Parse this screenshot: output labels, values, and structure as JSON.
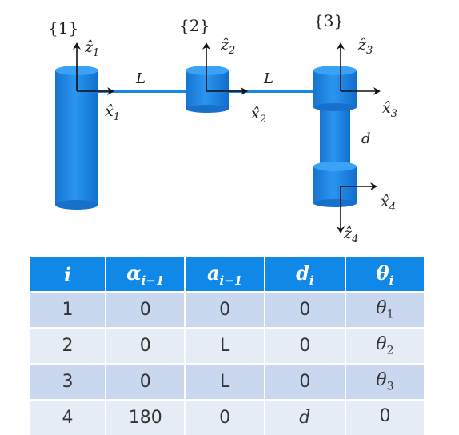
{
  "diagram": {
    "frames": [
      {
        "id": "1",
        "label": "{1}",
        "z_axis": "ẑ",
        "z_sub": "1",
        "x_axis": "x̂",
        "x_sub": "1"
      },
      {
        "id": "2",
        "label": "{2}",
        "z_axis": "ẑ",
        "z_sub": "2",
        "x_axis": "x̂",
        "x_sub": "2"
      },
      {
        "id": "3",
        "label": "{3}",
        "z_axis": "ẑ",
        "z_sub": "3",
        "x_axis": "x̂",
        "x_sub": "3"
      },
      {
        "id": "4",
        "z_axis": "ẑ",
        "z_sub": "4",
        "x_axis": "x̂",
        "x_sub": "4"
      }
    ],
    "link_label_1": "L",
    "link_label_2": "L",
    "offset_label": "d",
    "colors": {
      "body": "#1a86e6",
      "body_dark": "#0e5fb0",
      "body_light": "#3aa3f5",
      "axis": "#111111"
    }
  },
  "table": {
    "headers": [
      {
        "main": "i",
        "sub": ""
      },
      {
        "main": "α",
        "sub": "i−1"
      },
      {
        "main": "a",
        "sub": "i−1"
      },
      {
        "main": "d",
        "sub": "i"
      },
      {
        "main": "θ",
        "sub": "i"
      }
    ],
    "rows": [
      {
        "i": "1",
        "alpha": "0",
        "a": "0",
        "d": "0",
        "theta": "θ",
        "theta_sub": "1"
      },
      {
        "i": "2",
        "alpha": "0",
        "a": "L",
        "d": "0",
        "theta": "θ",
        "theta_sub": "2"
      },
      {
        "i": "3",
        "alpha": "0",
        "a": "L",
        "d": "0",
        "theta": "θ",
        "theta_sub": "3"
      },
      {
        "i": "4",
        "alpha": "180",
        "a": "0",
        "d": "d",
        "theta": "0",
        "theta_sub": ""
      }
    ],
    "colors": {
      "header": "#1088e8",
      "row_odd": "#c9d8ef",
      "row_even": "#e6ecf6"
    }
  }
}
